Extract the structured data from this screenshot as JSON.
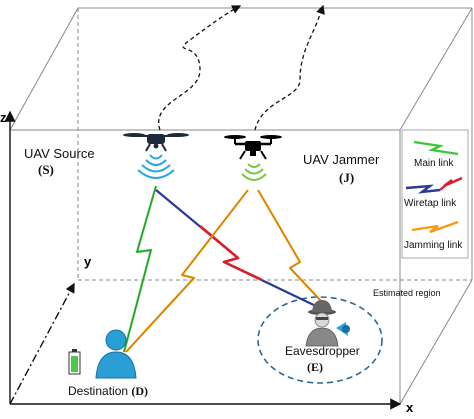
{
  "axes": {
    "x": "x",
    "y": "y",
    "z": "z"
  },
  "uav_source": {
    "name": "UAV Source",
    "symbol": "(S)"
  },
  "uav_jammer": {
    "name": "UAV Jammer",
    "symbol": "(J)"
  },
  "destination": {
    "name": "Destination",
    "symbol": "(D)"
  },
  "eavesdropper": {
    "name": "Eavesdropper",
    "symbol": "(E)"
  },
  "region_label": "Estimated region",
  "legend": [
    {
      "label": "Main link",
      "color": "#3cc63c"
    },
    {
      "label": "Wiretap link",
      "color": "#d81f2a"
    },
    {
      "label": "Jamming link",
      "color": "#f39c12"
    }
  ],
  "colors": {
    "main_link": "#3cc63c",
    "wiretap_link_red": "#d81f2a",
    "wiretap_link_blue": "#2a3a9a",
    "jamming_link": "#f39c12",
    "signal_blue": "#29a8e0",
    "signal_green": "#7ac943",
    "person_blue": "#2a9fd6"
  }
}
